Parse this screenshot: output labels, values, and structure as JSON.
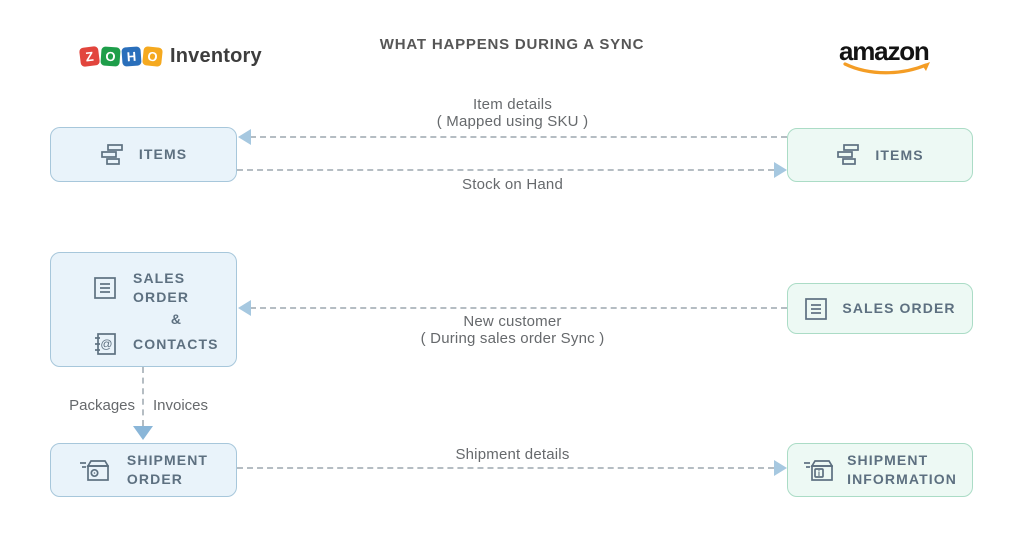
{
  "title": "WHAT HAPPENS DURING A SYNC",
  "logos": {
    "zoho": {
      "tiles": [
        {
          "letter": "Z",
          "color": "#E2453D"
        },
        {
          "letter": "O",
          "color": "#1E9E4A"
        },
        {
          "letter": "H",
          "color": "#2A6FBB"
        },
        {
          "letter": "O",
          "color": "#F5A91F"
        }
      ],
      "wordmark": "Inventory"
    },
    "amazon": {
      "wordmark": "amazon",
      "smile_color": "#F49D25"
    }
  },
  "boxes": {
    "zoho": [
      {
        "label": "ITEMS"
      },
      {
        "line1": "SALES ORDER",
        "line2": "&",
        "line3": "CONTACTS"
      },
      {
        "line1": "SHIPMENT",
        "line2": "ORDER"
      }
    ],
    "amazon": [
      {
        "label": "ITEMS"
      },
      {
        "label": "SALES ORDER"
      },
      {
        "line1": "SHIPMENT",
        "line2": "INFORMATION"
      }
    ]
  },
  "flows": [
    {
      "direction": "amazon-to-zoho",
      "label": "Item details",
      "sublabel": "( Mapped using SKU )"
    },
    {
      "direction": "zoho-to-amazon",
      "label": "Stock on Hand"
    },
    {
      "direction": "amazon-to-zoho",
      "label": "New customer",
      "sublabel": "( During sales order Sync )"
    },
    {
      "direction": "zoho-to-amazon",
      "label": "Shipment details"
    }
  ],
  "internal_flow": {
    "left_label": "Packages",
    "right_label": "Invoices"
  },
  "icon_glyphs": {
    "contacts_at": "@",
    "shipment_info": "i"
  },
  "colors": {
    "zoho_box_fill": "#E9F3FA",
    "zoho_box_border": "#A7C7DB",
    "amazon_box_fill": "#EDF9F4",
    "amazon_box_border": "#ABDCC6",
    "box_text": "#5D7080",
    "arrow_dash": "#B5BDC3",
    "arrowhead": "#A6C8E0",
    "label_text": "#66696C",
    "title_text": "#565656"
  }
}
